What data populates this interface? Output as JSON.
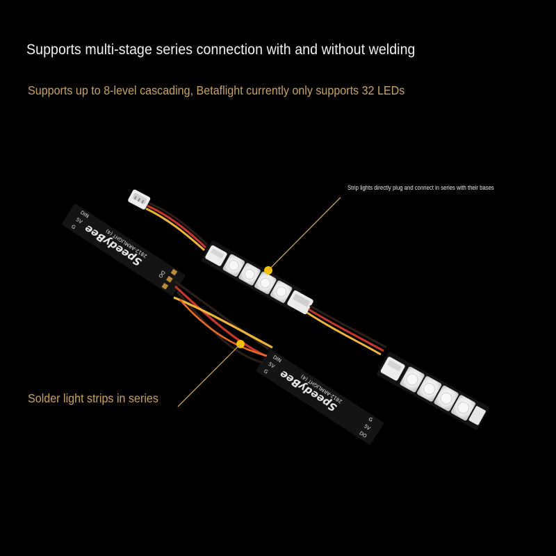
{
  "headline": "Supports multi-stage series connection with and without welding",
  "subline": "Supports up to 8-level cascading, Betaflight currently only supports 32 LEDs",
  "callout_plug": "Strip lights directly plug and connect in series with their bases",
  "callout_solder": "Solder light strips in series",
  "board": {
    "brand": "SpeedyBee",
    "model": "2812-ARMLIGHT (4)",
    "pads_in": [
      "DIN",
      "5V",
      "G"
    ],
    "pads_out": [
      "DO",
      "5V",
      "G"
    ]
  },
  "colors": {
    "background": "#000000",
    "accent_gold": "#caa35e",
    "dot_yellow": "#f5c000",
    "wire_red": "#c8372d",
    "wire_yellow": "#f0b43a",
    "wire_black": "#2a1e18",
    "pcb": "#141414",
    "led_white": "#f2f2f2"
  }
}
